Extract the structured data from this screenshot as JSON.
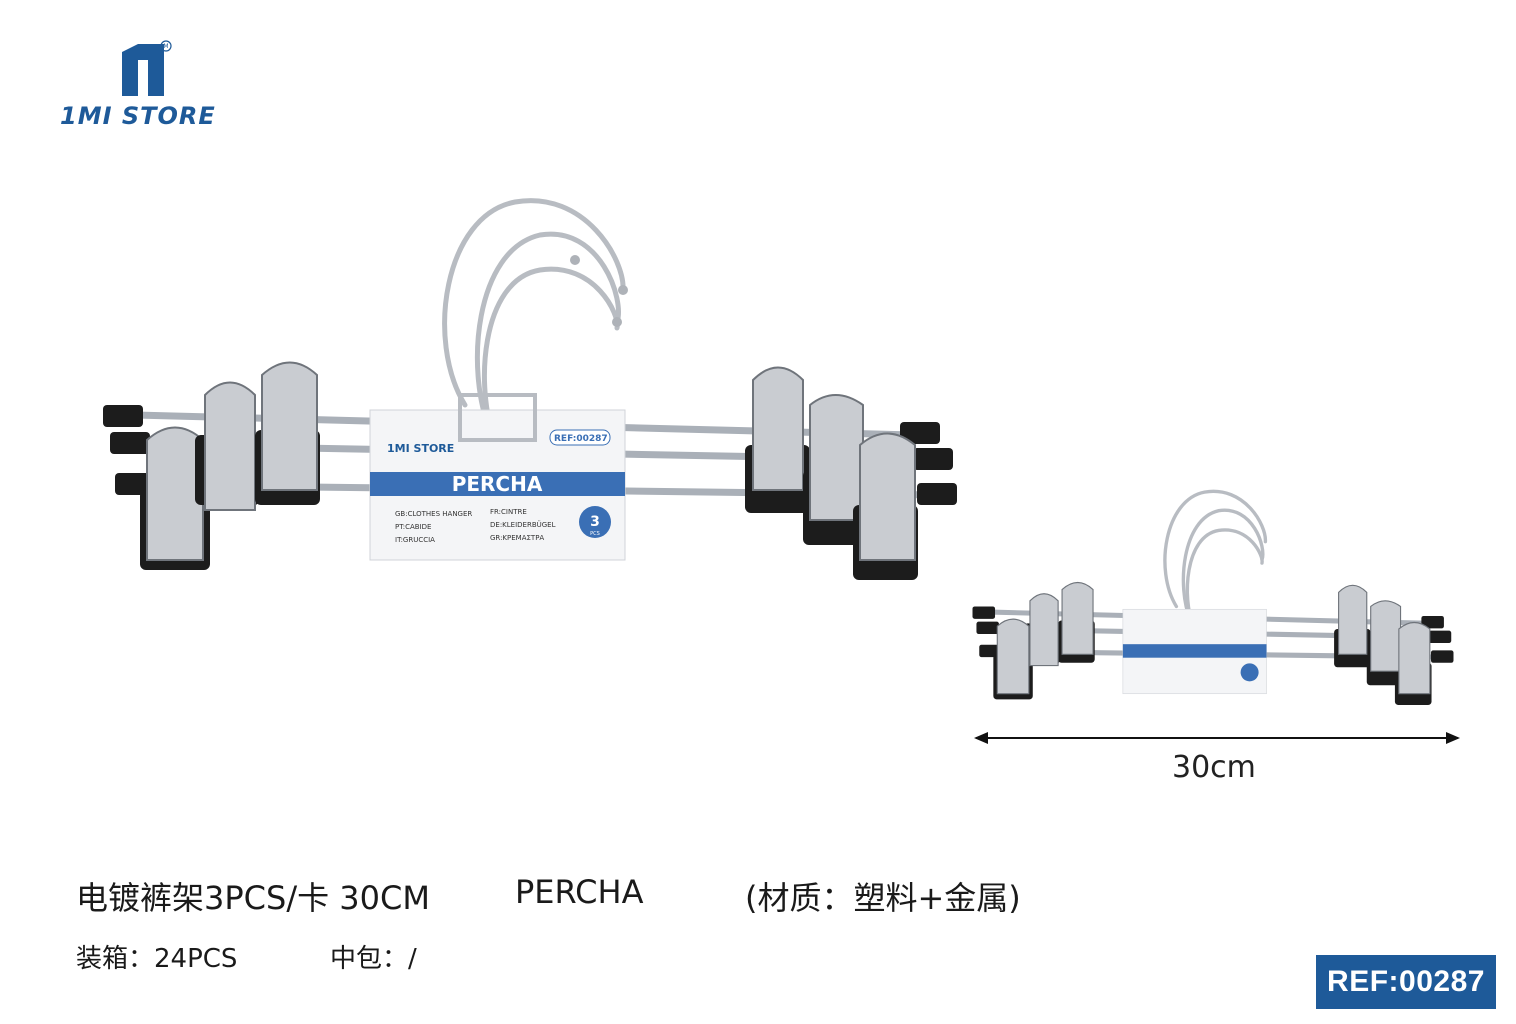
{
  "brand": {
    "logo_text": "1MI STORE",
    "color": "#1e5a99"
  },
  "packaging_card": {
    "brand": "1MI STORE",
    "ref": "REF:00287",
    "title": "PERCHA",
    "count": "3",
    "count_unit": "PCS",
    "translations": [
      "GB:CLOTHES HANGER",
      "FR:CINTRE",
      "PT:CABIDE",
      "DE:KLEIDERBÜGEL",
      "IT:GRUCCIA",
      "GR:ΚΡΕΜΑΣΤΡΑ"
    ]
  },
  "dimension": {
    "label": "30cm"
  },
  "info": {
    "name_cn": "电镀裤架3PCS/卡 30CM",
    "name_es": "PERCHA",
    "material": "(材质：塑料+金属)",
    "box_qty": "装箱：24PCS",
    "inner_pack": "中包：/"
  },
  "ref_badge": "REF:00287",
  "colors": {
    "accent": "#1e5a99",
    "card_band": "#3a6fb5",
    "clip_black": "#1c1c1c",
    "metal": "#c9ccd1"
  }
}
